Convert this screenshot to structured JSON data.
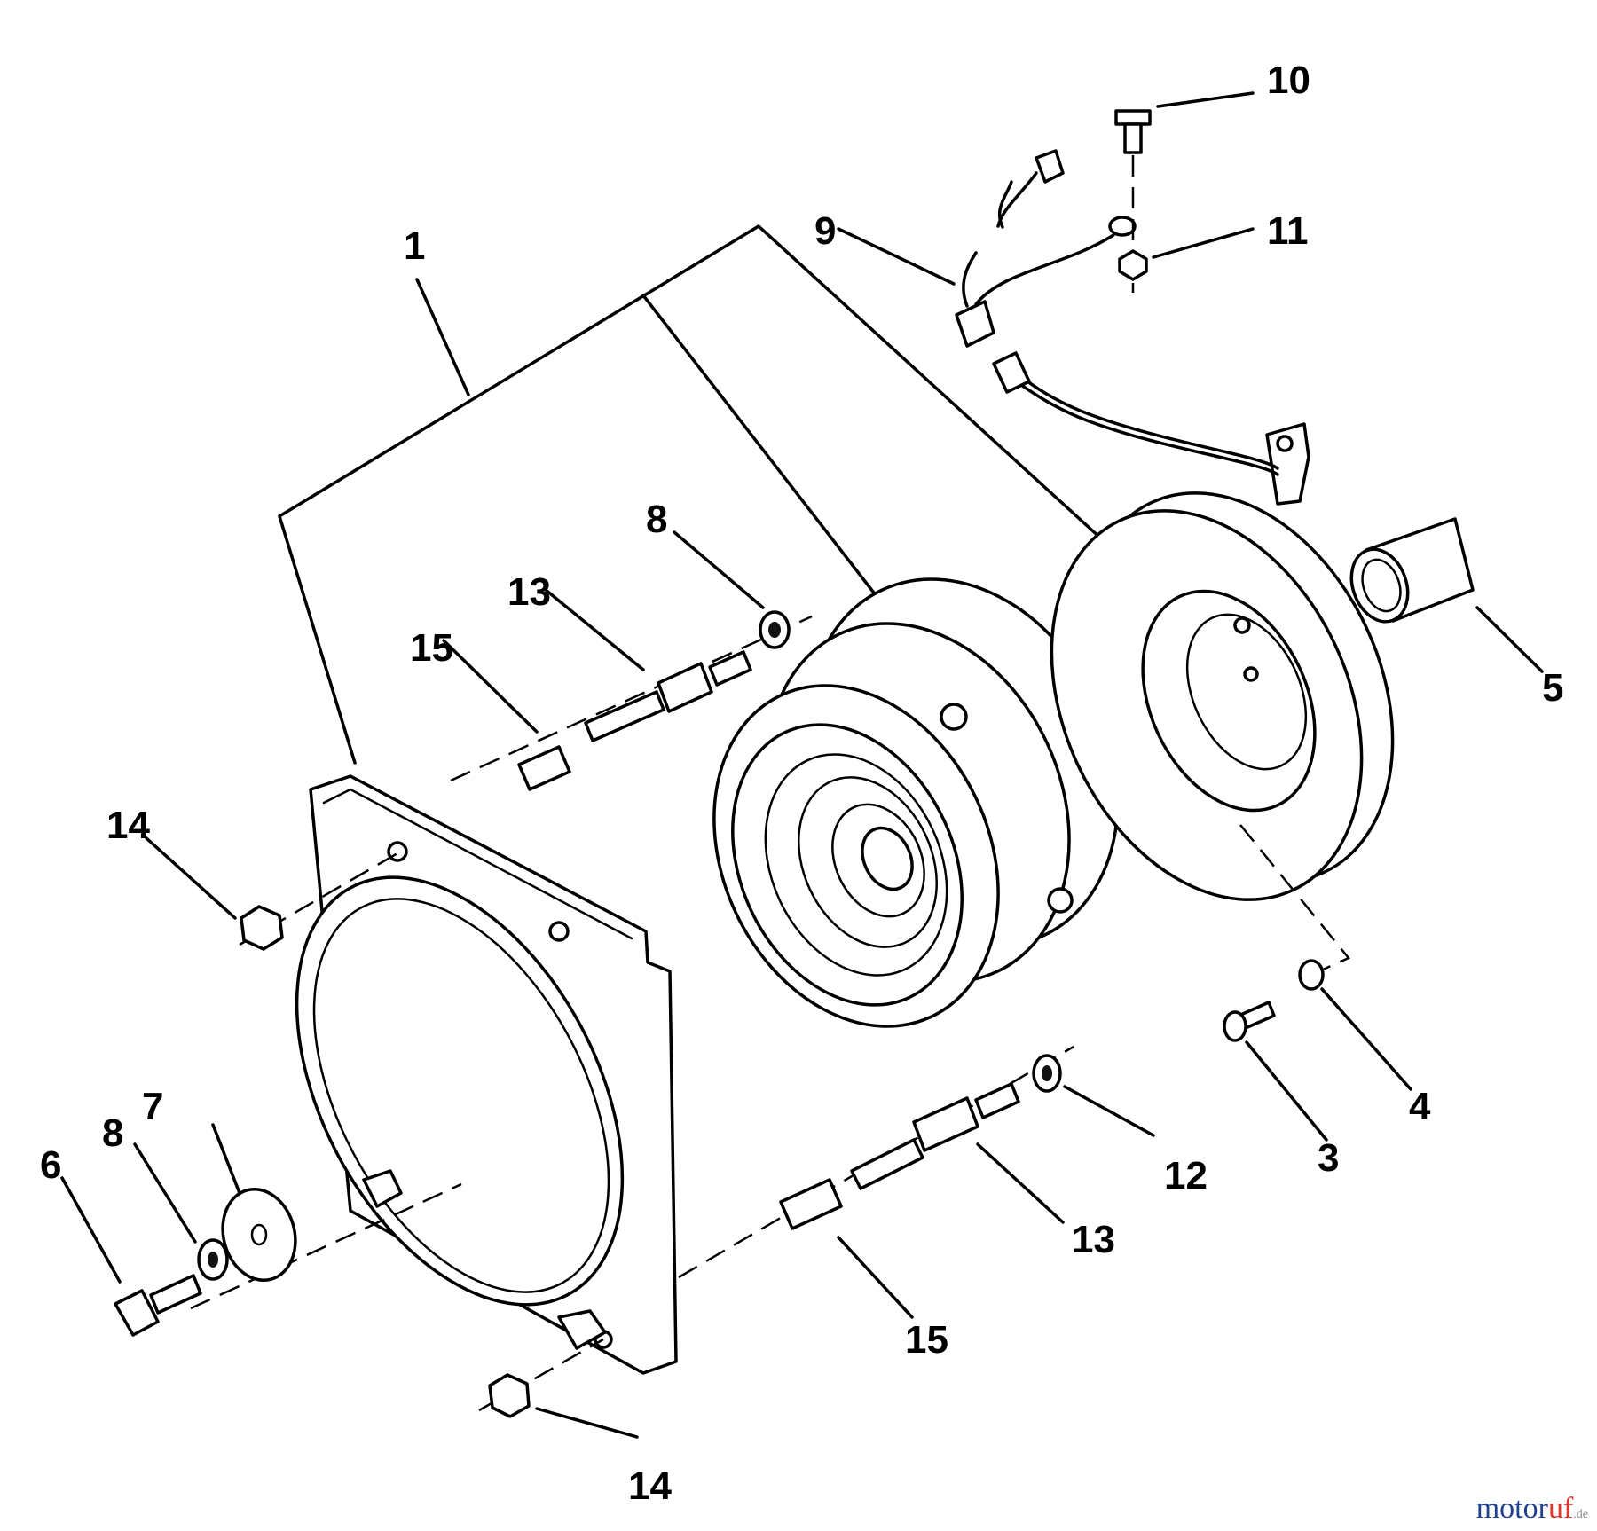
{
  "callouts": {
    "c1": "1",
    "c3": "3",
    "c4": "4",
    "c5": "5",
    "c6": "6",
    "c7": "7",
    "c8a": "8",
    "c8b": "8",
    "c9": "9",
    "c10": "10",
    "c11": "11",
    "c12": "12",
    "c13a": "13",
    "c13b": "13",
    "c14a": "14",
    "c14b": "14",
    "c15a": "15",
    "c15b": "15"
  },
  "watermark": {
    "part1": "motor",
    "part2": "uf",
    "suffix": ".de"
  },
  "colors": {
    "line": "#000000",
    "background": "#ffffff",
    "watermark_blue": "#1f3f8f",
    "watermark_red": "#e0332a"
  }
}
